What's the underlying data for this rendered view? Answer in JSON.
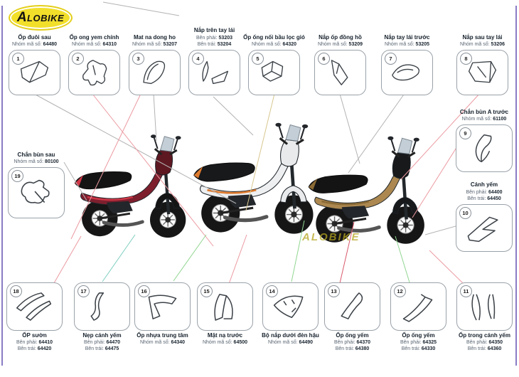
{
  "logo": {
    "text": "ALOBIKE"
  },
  "watermark": {
    "text": "ALOBIKE"
  },
  "parts": {
    "top": [
      {
        "num": "1",
        "name": "Ốp đuôi sau",
        "codes": [
          {
            "label": "Nhóm mã số:",
            "value": "64480"
          }
        ]
      },
      {
        "num": "2",
        "name": "Ốp ong yem chính",
        "codes": [
          {
            "label": "Nhóm mã số:",
            "value": "64310"
          }
        ]
      },
      {
        "num": "3",
        "name": "Mat na dong ho",
        "codes": [
          {
            "label": "Nhóm mã số:",
            "value": "53207"
          }
        ]
      },
      {
        "num": "4",
        "name": "Nắp trên tay lái",
        "codes": [
          {
            "label": "Bên phải:",
            "value": "53203"
          },
          {
            "label": "Bên trái:",
            "value": "53204"
          }
        ]
      },
      {
        "num": "5",
        "name": "Ốp ống nối bầu lọc gió",
        "codes": [
          {
            "label": "Nhóm mã số:",
            "value": "64320"
          }
        ]
      },
      {
        "num": "6",
        "name": "Nắp ốp đồng hồ",
        "codes": [
          {
            "label": "Nhóm mã số:",
            "value": "53209"
          }
        ]
      },
      {
        "num": "7",
        "name": "Nắp tay lái trước",
        "codes": [
          {
            "label": "Nhóm mã số:",
            "value": "53205"
          }
        ]
      },
      {
        "num": "8",
        "name": "Nắp sau tay lái",
        "codes": [
          {
            "label": "Nhóm mã số:",
            "value": "53206"
          }
        ]
      }
    ],
    "left": [
      {
        "num": "19",
        "name": "Chắn bùn sau",
        "codes": [
          {
            "label": "Nhóm mã số:",
            "value": "80100"
          }
        ]
      }
    ],
    "right": [
      {
        "num": "9",
        "name": "Chắn bùn A trước",
        "codes": [
          {
            "label": "Nhóm mã số:",
            "value": "61100"
          }
        ]
      },
      {
        "num": "10",
        "name": "Cánh yếm",
        "codes": [
          {
            "label": "Bên phải:",
            "value": "64400"
          },
          {
            "label": "Bên trái:",
            "value": "64450"
          }
        ]
      }
    ],
    "bottom": [
      {
        "num": "18",
        "name": "ỐP sườn",
        "codes": [
          {
            "label": "Bên phải:",
            "value": "64410"
          },
          {
            "label": "Bên trái:",
            "value": "64420"
          }
        ]
      },
      {
        "num": "17",
        "name": "Nẹp cánh yếm",
        "codes": [
          {
            "label": "Bên phải:",
            "value": "64470"
          },
          {
            "label": "Bên trái:",
            "value": "64475"
          }
        ]
      },
      {
        "num": "16",
        "name": "Ốp nhựa trung tâm",
        "codes": [
          {
            "label": "Nhóm mã số:",
            "value": "64340"
          }
        ]
      },
      {
        "num": "15",
        "name": "Mặt nạ trước",
        "codes": [
          {
            "label": "Nhóm mã số:",
            "value": "64500"
          }
        ]
      },
      {
        "num": "14",
        "name": "Bộ nắp dưới đèn hậu",
        "codes": [
          {
            "label": "Nhóm mã số:",
            "value": "64490"
          }
        ]
      },
      {
        "num": "13",
        "name": "Ốp ống yếm",
        "codes": [
          {
            "label": "Bên phải:",
            "value": "64370"
          },
          {
            "label": "Bên trái:",
            "value": "64380"
          }
        ]
      },
      {
        "num": "12",
        "name": "Ốp ống yếm",
        "codes": [
          {
            "label": "Bên phải:",
            "value": "64325"
          },
          {
            "label": "Bên trái:",
            "value": "64330"
          }
        ]
      },
      {
        "num": "11",
        "name": "Ốp trong cánh yếm",
        "codes": [
          {
            "label": "Bên phải:",
            "value": "64350"
          },
          {
            "label": "Bên trái:",
            "value": "64360"
          }
        ]
      }
    ]
  },
  "bikes": [
    {
      "name": "dark red and black underbone motorcycle",
      "body_color": "#7e1f2e"
    },
    {
      "name": "white underbone motorcycle with orange accents",
      "body_color": "#edeff1"
    },
    {
      "name": "gold and black underbone motorcycle",
      "body_color": "#ac8850"
    }
  ],
  "colors": {
    "logo_yellow": "#f2df2a",
    "border_purple": "#8a7cc4",
    "line_gray": "#b3b3b3",
    "line_pink": "#eb9aa2",
    "line_crimson": "#d9596b",
    "line_green": "#90d690",
    "line_teal": "#7fcfc0",
    "line_tan": "#d8c78f"
  }
}
